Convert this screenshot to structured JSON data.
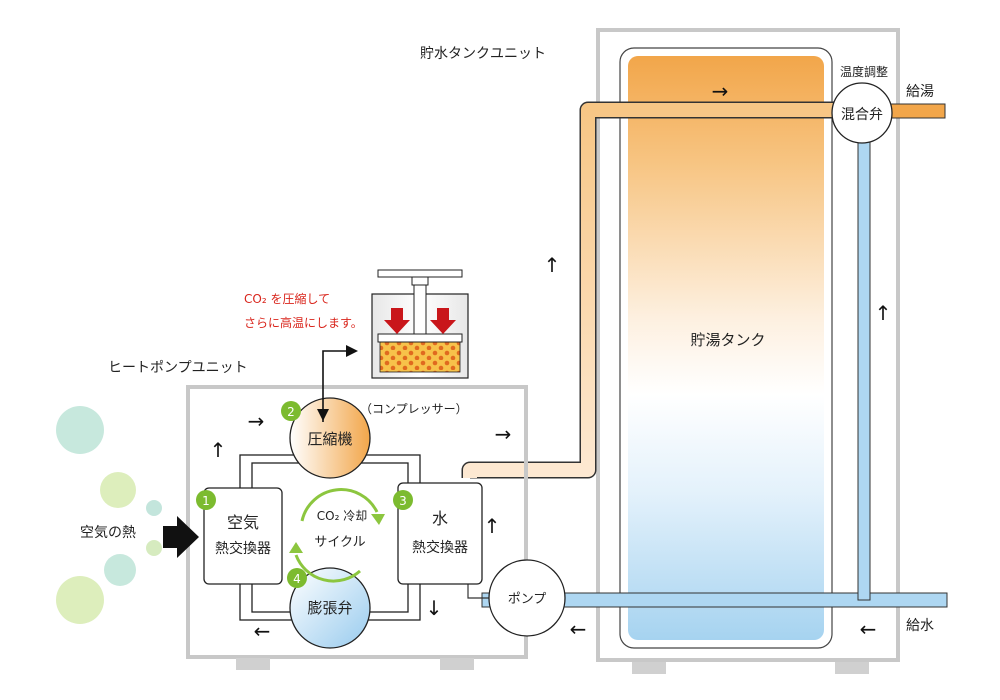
{
  "tank_unit": {
    "title": "貯水タンクユニット",
    "tank_label": "貯湯タンク",
    "valve_caption": "温度調整",
    "valve_label": "混合弁",
    "hot_supply_label": "給湯",
    "cold_supply_label": "給水"
  },
  "heat_pump_unit": {
    "title": "ヒートポンプユニット",
    "compressor_note": "（コンプレッサー）",
    "compress_callout": [
      "CO₂ を圧縮して",
      "さらに高温にします。"
    ],
    "air_heat_label": "空気の熱",
    "cycle_label": [
      "CO₂ 冷却",
      "サイクル"
    ],
    "pump_label": "ポンプ",
    "components": [
      {
        "step": "1",
        "label": [
          "空気",
          "熱交換器"
        ]
      },
      {
        "step": "2",
        "label": [
          "圧縮機"
        ]
      },
      {
        "step": "3",
        "label": [
          "水",
          "熱交換器"
        ]
      },
      {
        "step": "4",
        "label": [
          "膨張弁"
        ]
      }
    ]
  },
  "arrows": {
    "right": "→",
    "left": "←",
    "up": "↑",
    "down": "↓"
  },
  "colors": {
    "hot": "#f2a64a",
    "cold": "#a9d4ef",
    "step_badge": "#7cbb2f",
    "cycle_arrow": "#8cc63f",
    "callout_text": "#d9251c",
    "press_arrow": "#c9161b",
    "frame": "#c8c8c8"
  }
}
